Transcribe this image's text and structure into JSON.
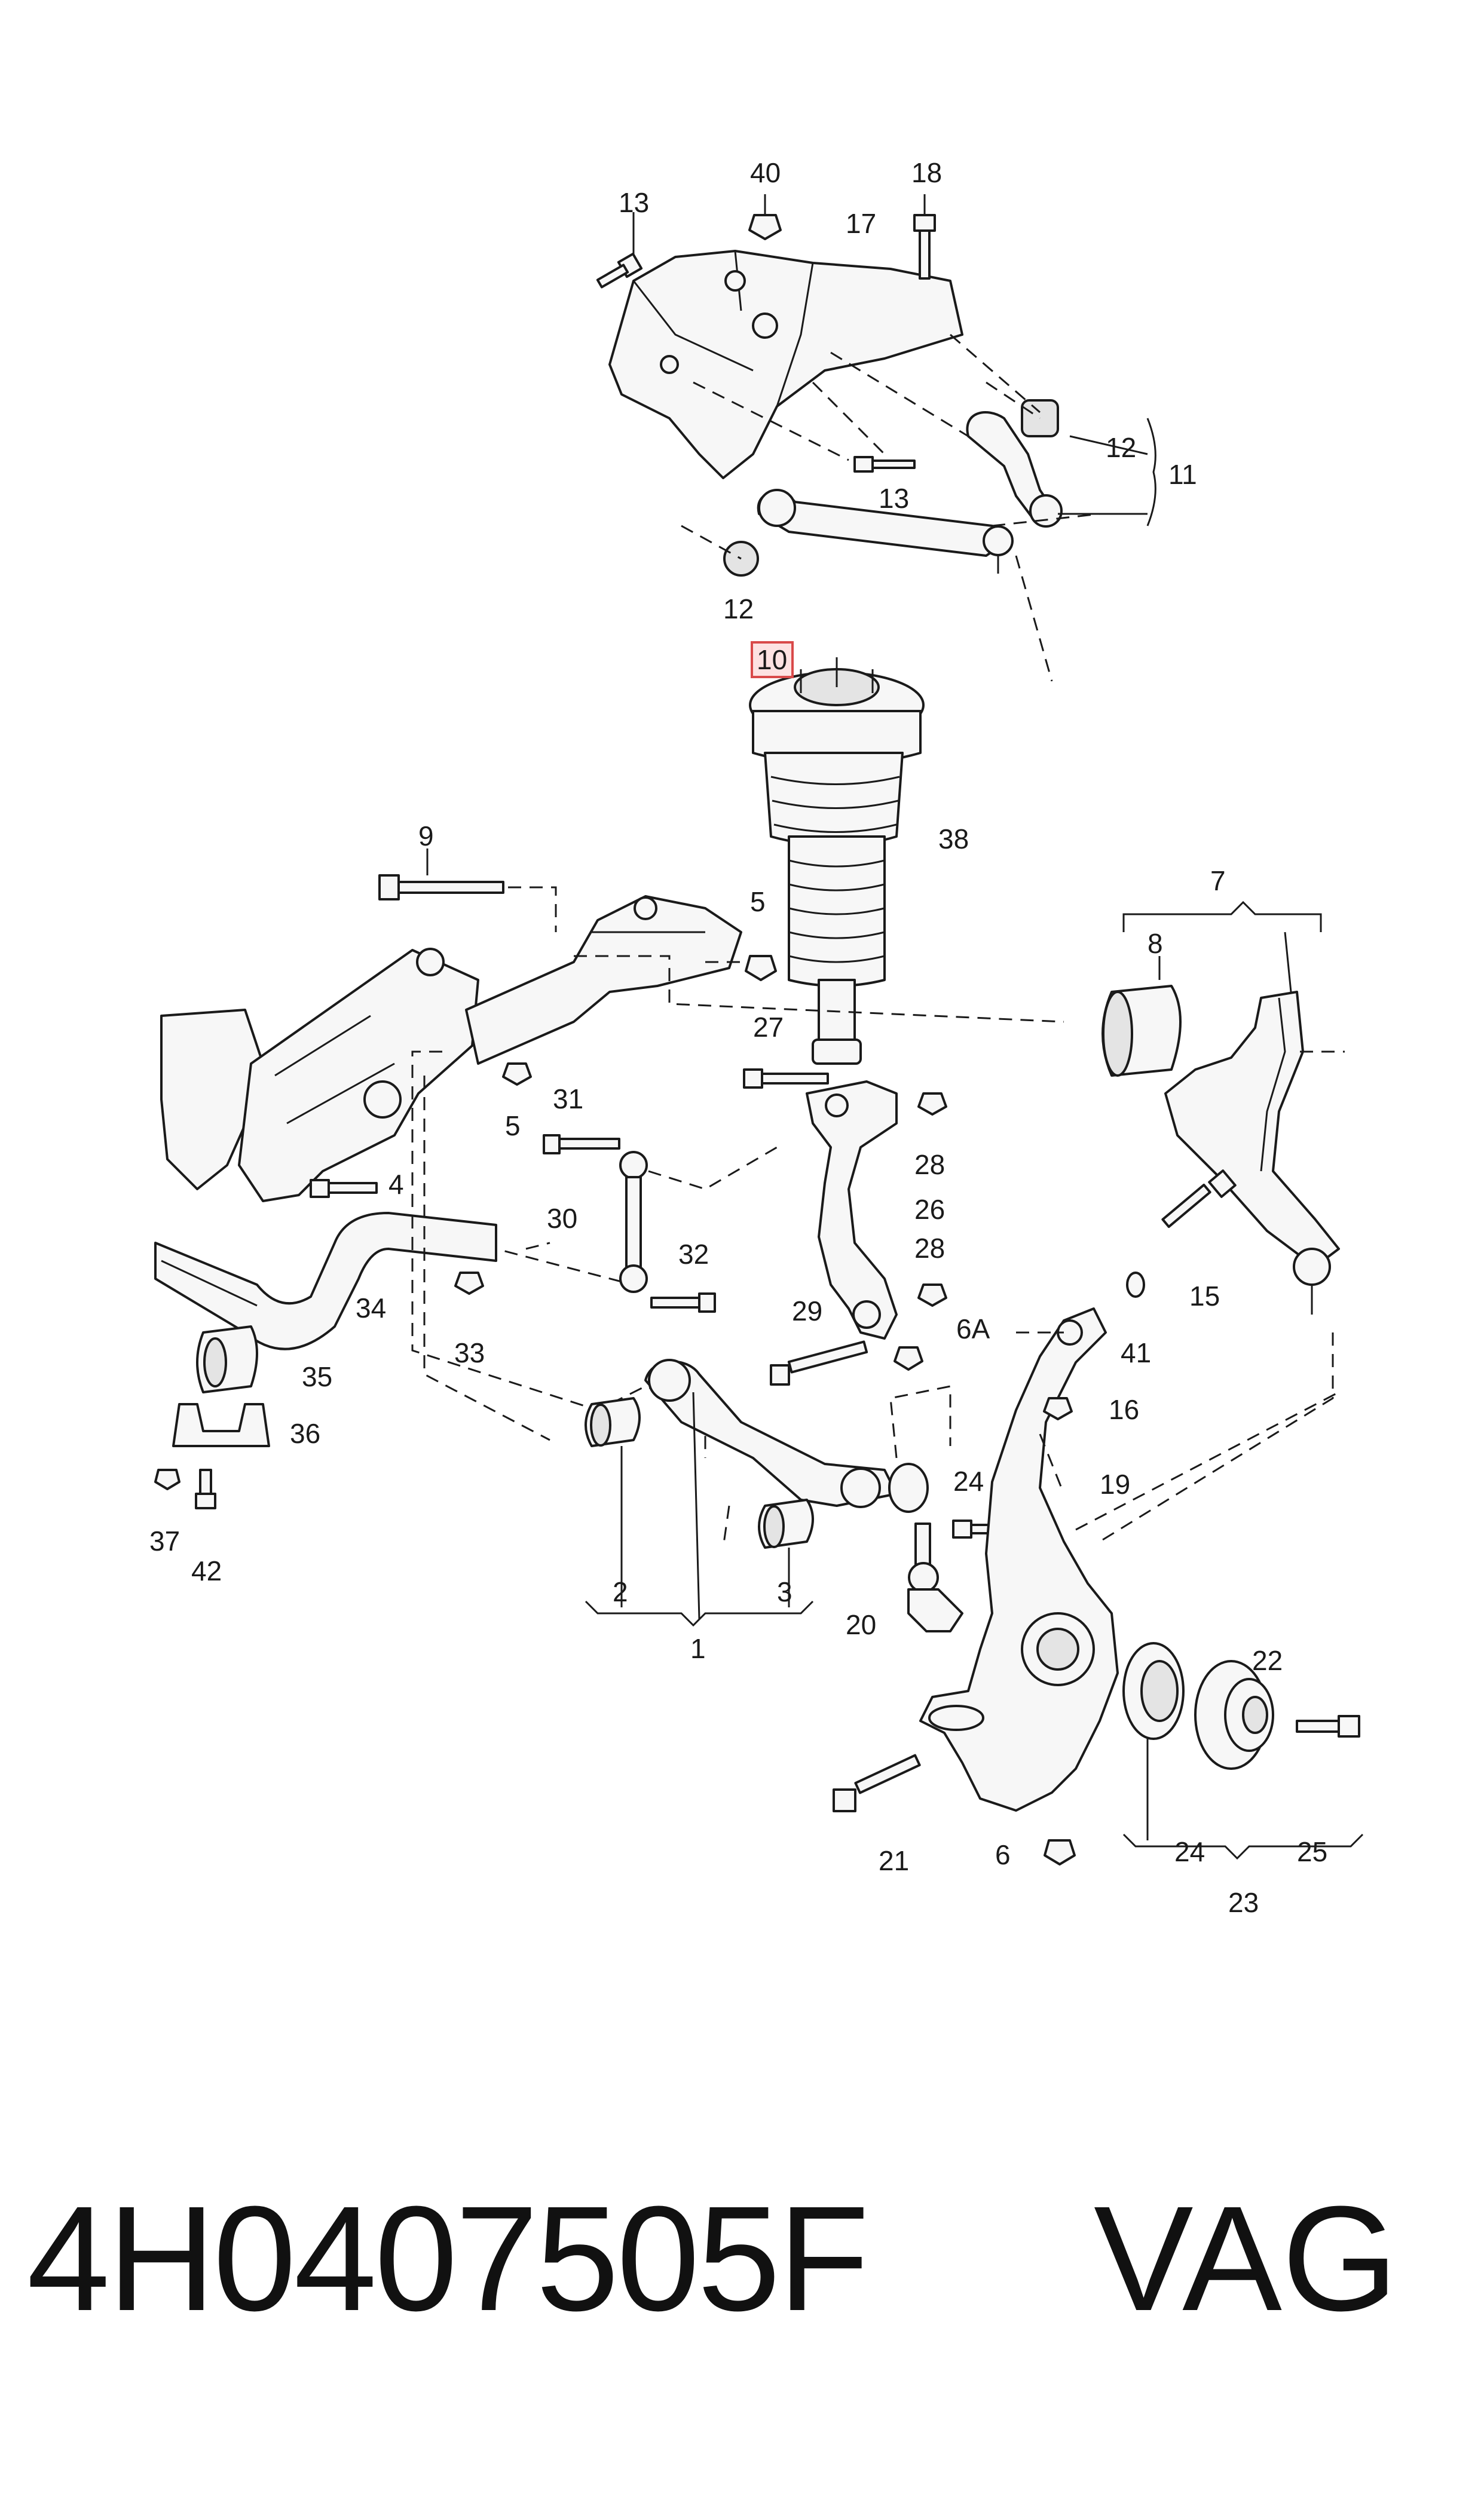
{
  "callouts": {
    "c40": "40",
    "c18": "18",
    "c13a": "13",
    "c17": "17",
    "c12a": "12",
    "c11": "11",
    "c13b": "13",
    "c12b": "12",
    "c10": "10",
    "c38": "38",
    "c9": "9",
    "c7": "7",
    "c8": "8",
    "c5a": "5",
    "c27": "27",
    "c5b": "5",
    "c31": "31",
    "c4": "4",
    "c28a": "28",
    "c26": "26",
    "c30": "30",
    "c32": "32",
    "c15": "15",
    "c34": "34",
    "c28b": "28",
    "c41": "41",
    "c29": "29",
    "c6A": "6A",
    "c33": "33",
    "c35": "35",
    "c16": "16",
    "c36": "36",
    "c19": "19",
    "c24a": "24",
    "c37": "37",
    "c42": "42",
    "c2": "2",
    "c3": "3",
    "c20": "20",
    "c1": "1",
    "c22": "22",
    "c21": "21",
    "c6": "6",
    "c24b": "24",
    "c25": "25",
    "c23": "23"
  },
  "footer": {
    "part_number": "4H0407505F",
    "brand": "VAG"
  },
  "colors": {
    "highlight_fill": "#fde2e2",
    "highlight_stroke": "#d94a4a",
    "ink": "#1a1a1a"
  }
}
